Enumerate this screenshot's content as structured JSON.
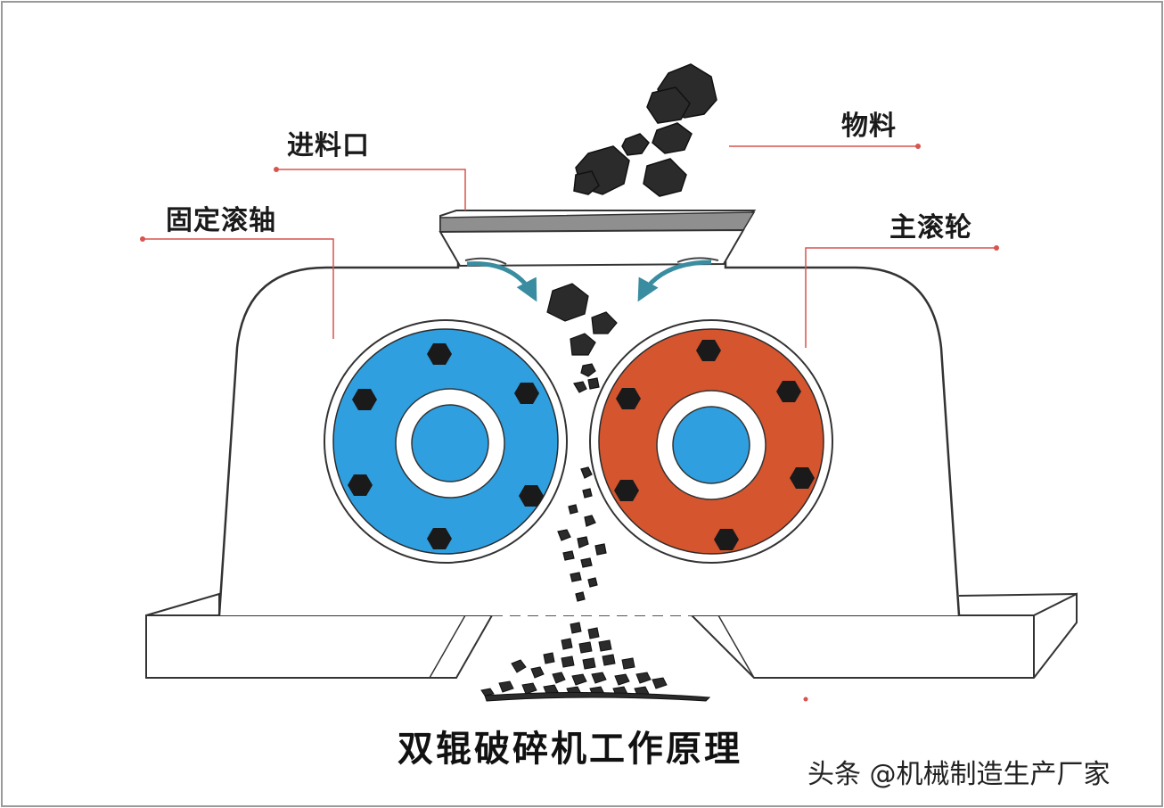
{
  "labels": {
    "feed_inlet": "进料口",
    "material": "物料",
    "fixed_roller_shaft": "固定滚轴",
    "main_roller_wheel": "主滚轮"
  },
  "caption": "双辊破碎机工作原理",
  "watermark": "头条 @机械制造生产厂家",
  "colors": {
    "fixed_roller": "#2f9fe0",
    "main_roller": "#d4552e",
    "hub": "#2f9fe0",
    "leader_line": "#d9534f",
    "outline": "#333333",
    "hopper_band": "#8f8f8f",
    "coal": "#2b2b2b"
  }
}
